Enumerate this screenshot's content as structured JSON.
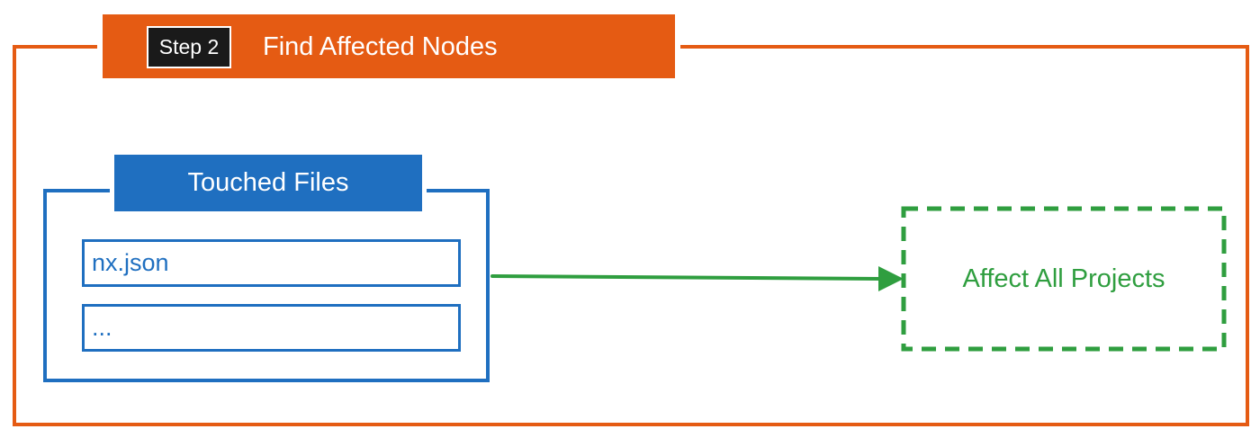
{
  "step": {
    "badge": "Step 2",
    "title": "Find Affected Nodes"
  },
  "touched_files": {
    "title": "Touched Files",
    "items": [
      "nx.json",
      "..."
    ]
  },
  "result": {
    "label": "Affect All Projects"
  },
  "colors": {
    "step_accent": "#e55b13",
    "files_accent": "#1f6fc0",
    "result_accent": "#2f9e3f",
    "badge_bg": "#1a1a1a"
  },
  "icons": {
    "connector": "arrow-right-icon"
  }
}
